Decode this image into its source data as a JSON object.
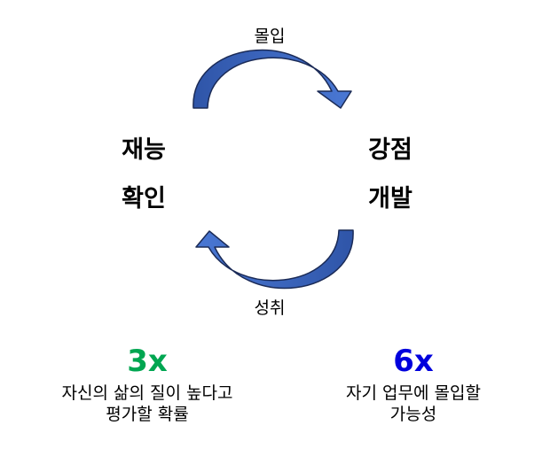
{
  "cycle": {
    "top_label": "몰입",
    "bottom_label": "성취",
    "left_node": {
      "line1": "재능",
      "line2": "확인"
    },
    "right_node": {
      "line1": "강점",
      "line2": "개발"
    }
  },
  "stats": [
    {
      "value": "3x",
      "color": "#00a651",
      "desc_line1": "자신의 삶의 질이 높다고",
      "desc_line2": "평가할 확률"
    },
    {
      "value": "6x",
      "color": "#0000dd",
      "desc_line1": "자기 업무에 몰입할",
      "desc_line2": "가능성"
    }
  ],
  "colors": {
    "arrow_fill": "#3f6bc5",
    "arrow_stroke": "#1b2b57"
  }
}
